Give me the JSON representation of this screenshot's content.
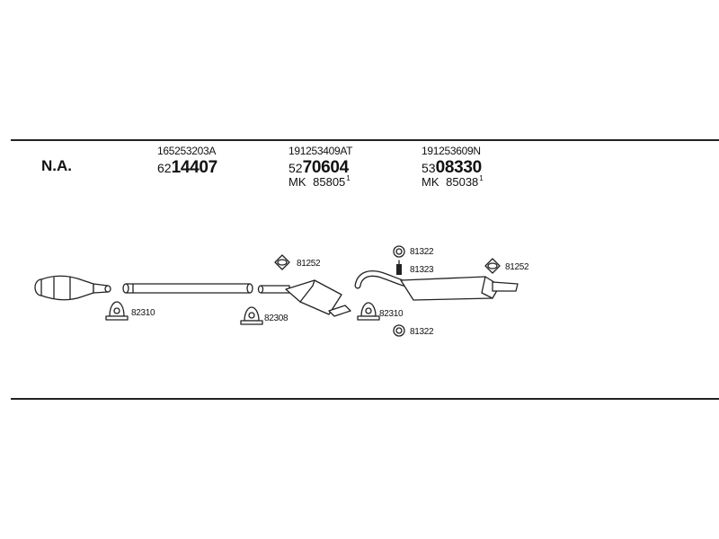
{
  "header": {
    "variant": "N.A."
  },
  "columns": [
    {
      "oem_number": "165253203A",
      "ref_prefix": "62",
      "ref_main": "14407",
      "mk_label": "",
      "mk_number": "",
      "mk_sup": ""
    },
    {
      "oem_number": "191253409AT",
      "ref_prefix": "52",
      "ref_main": "70604",
      "mk_label": "MK",
      "mk_number": "85805",
      "mk_sup": "1"
    },
    {
      "oem_number": "191253609N",
      "ref_prefix": "53",
      "ref_main": "08330",
      "mk_label": "MK",
      "mk_number": "85038",
      "mk_sup": "1"
    }
  ],
  "part_labels": {
    "clamp_front": "82310",
    "hanger_mid": "81252",
    "clamp_mid": "82308",
    "ring_top": "81322",
    "bracket_top": "81323",
    "clamp_rear": "82310",
    "ring_bottom": "81322",
    "hanger_rear": "81252"
  }
}
